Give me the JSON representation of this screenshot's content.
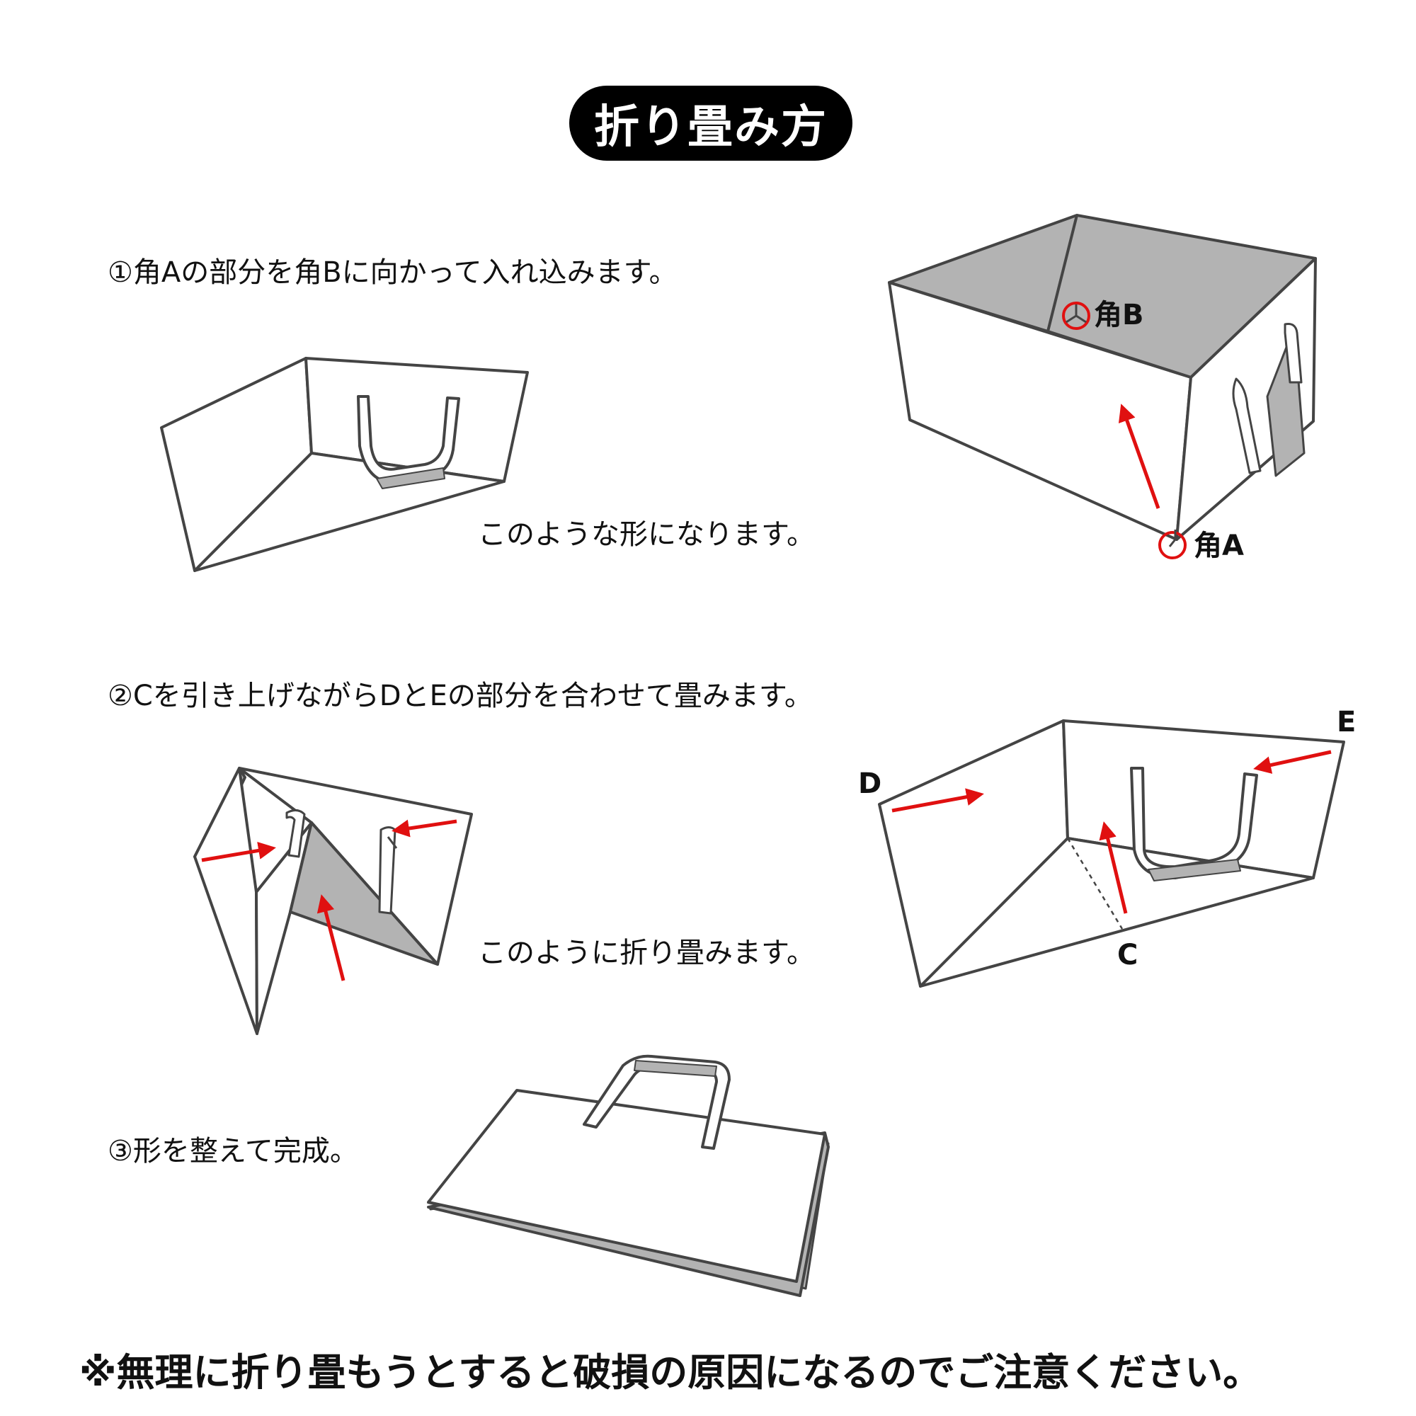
{
  "title": "折り畳み方",
  "step1": {
    "instruction": "①角Aの部分を角Bに向かって入れ込みます。",
    "result": "このような形になります。",
    "corner_a": "角A",
    "corner_b": "角B"
  },
  "step2": {
    "instruction": "②Cを引き上げながらDとEの部分を合わせて畳みます。",
    "result": "このように折り畳みます。",
    "label_c": "C",
    "label_d": "D",
    "label_e": "E"
  },
  "step3": {
    "instruction": "③形を整えて完成。"
  },
  "note": "※無理に折り畳もうとすると破損の原因になるのでご注意ください。",
  "colors": {
    "line": "#444444",
    "shade": "#b3b3b3",
    "arrow": "#e01010"
  }
}
